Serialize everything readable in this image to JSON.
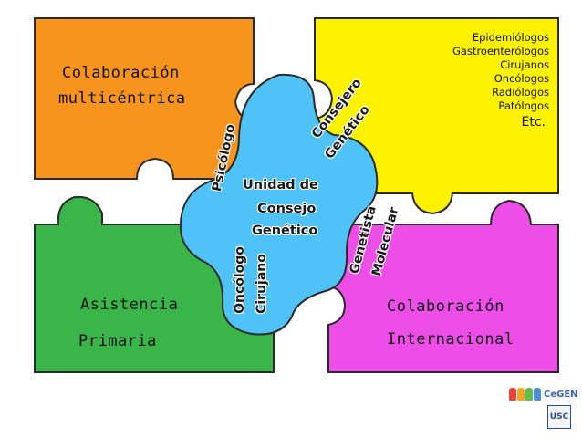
{
  "pieces": {
    "top_left": {
      "line1": "Colaboración",
      "line2": "multicéntrica",
      "color": "#f7941d"
    },
    "top_right": {
      "items": [
        "Epidemiólogos",
        "Gastroenterólogos",
        "Cirujanos",
        "Oncólogos",
        "Radiólogos",
        "Patólogos",
        "Etc."
      ],
      "color": "#fff200"
    },
    "bottom_left": {
      "line1": "Asistencia",
      "line2": "Primaria",
      "color": "#39b54a"
    },
    "bottom_right": {
      "line1": "Colaboración",
      "line2": "Internacional",
      "color": "#ee4ee8"
    },
    "center": {
      "line1": "Unidad de",
      "line2": "Consejo",
      "line3": "Genético",
      "color": "#4fc3f7"
    }
  },
  "roles": {
    "psicologo": "Psicólogo",
    "consejero": "Consejero",
    "genetico": "Genético",
    "genetista": "Genetista",
    "molecular": "Molecular",
    "oncologo": "Oncólogo",
    "cirujano": "Cirujano"
  },
  "logos": {
    "cegen": "CeGEN",
    "usc": "USC"
  }
}
